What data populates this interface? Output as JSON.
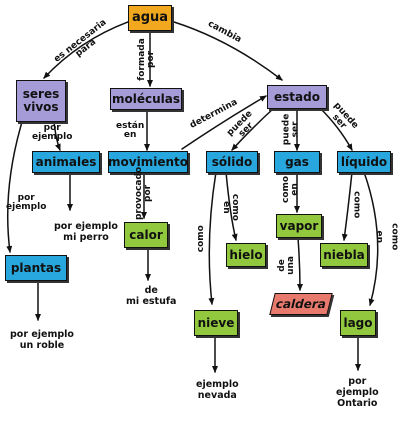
{
  "colors": {
    "root": "#f2a81e",
    "purple": "#a59bd6",
    "blue": "#27a7dd",
    "green": "#92c83e",
    "red": "#e87a6d",
    "line": "#111111"
  },
  "nodes": {
    "agua": "agua",
    "seres_vivos": "seres\nvivos",
    "moleculas": "moléculas",
    "estado": "estado",
    "animales": "animales",
    "movimiento": "movimiento",
    "solido": "sólido",
    "gas": "gas",
    "liquido": "líquido",
    "calor": "calor",
    "hielo": "hielo",
    "vapor": "vapor",
    "niebla": "niebla",
    "plantas": "plantas",
    "caldera": "caldera",
    "nieve": "nieve",
    "lago": "lago"
  },
  "labels": {
    "es_necesaria_para": "es necesaria\npara",
    "formada_por": "formada\npor",
    "cambia": "cambia",
    "por_ejemplo_1": "por\nejemplo",
    "por_ejemplo_2": "por\nejemplo",
    "estan_en": "están\nen",
    "determina": "determina",
    "puede_ser_1": "puede\nser",
    "puede_ser_2": "puede\nser",
    "puede_ser_3": "puede\nser",
    "provocado_por": "provocado\npor",
    "como_en_1": "como\nen",
    "como_1": "como",
    "como_en_2": "como\nen",
    "de_una": "de\nuna",
    "como_2": "como",
    "en": "en",
    "como_3": "como"
  },
  "captions": {
    "mi_perro": "por ejemplo\nmi perro",
    "mi_estufa": "de\nmi estufa",
    "un_roble": "por ejemplo\nun roble",
    "nevada": "ejemplo\nnevada",
    "ontario": "por\nejemplo\nOntario"
  }
}
